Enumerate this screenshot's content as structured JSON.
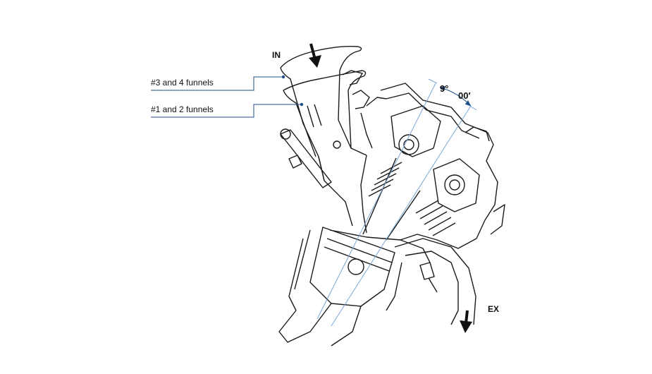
{
  "labels": {
    "intake": "IN",
    "exhaust": "EX",
    "funnels_34": "#3 and 4 funnels",
    "funnels_12": "#1 and 2 funnels",
    "angle_deg": "9°",
    "angle_min": "00′"
  },
  "colors": {
    "outline": "#1a1a1a",
    "leader": "#1f4e8a",
    "centerline": "#7aa7d6"
  }
}
